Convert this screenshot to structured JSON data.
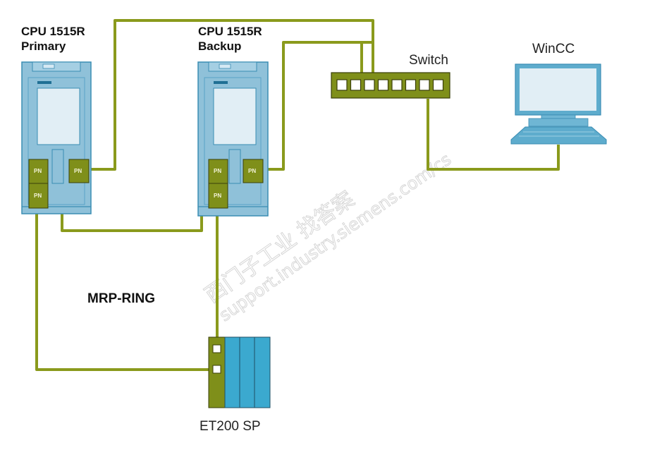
{
  "diagram": {
    "title": "MRP-RING",
    "colors": {
      "cable": "#8a9a1c",
      "port": "#7f8f1a",
      "device_body": "#8fc1d9",
      "device_edge": "#3a8db3",
      "screen": "#e1eef5",
      "et200_module": "#3ba9cf"
    },
    "nodes": {
      "cpu_primary": {
        "label_line1": "CPU 1515R",
        "label_line2": "Primary",
        "ports": [
          "PN",
          "PN",
          "PN"
        ]
      },
      "cpu_backup": {
        "label_line1": "CPU 1515R",
        "label_line2": "Backup",
        "ports": [
          "PN",
          "PN",
          "PN"
        ]
      },
      "switch": {
        "label": "Switch",
        "port_count": 8
      },
      "wincc": {
        "label": "WinCC"
      },
      "et200sp": {
        "label": "ET200 SP"
      }
    },
    "ring_label": "MRP-RING",
    "watermark": {
      "line1": "西门子工业  找答案",
      "line2": "support.industry.siemens.com/cs"
    }
  }
}
